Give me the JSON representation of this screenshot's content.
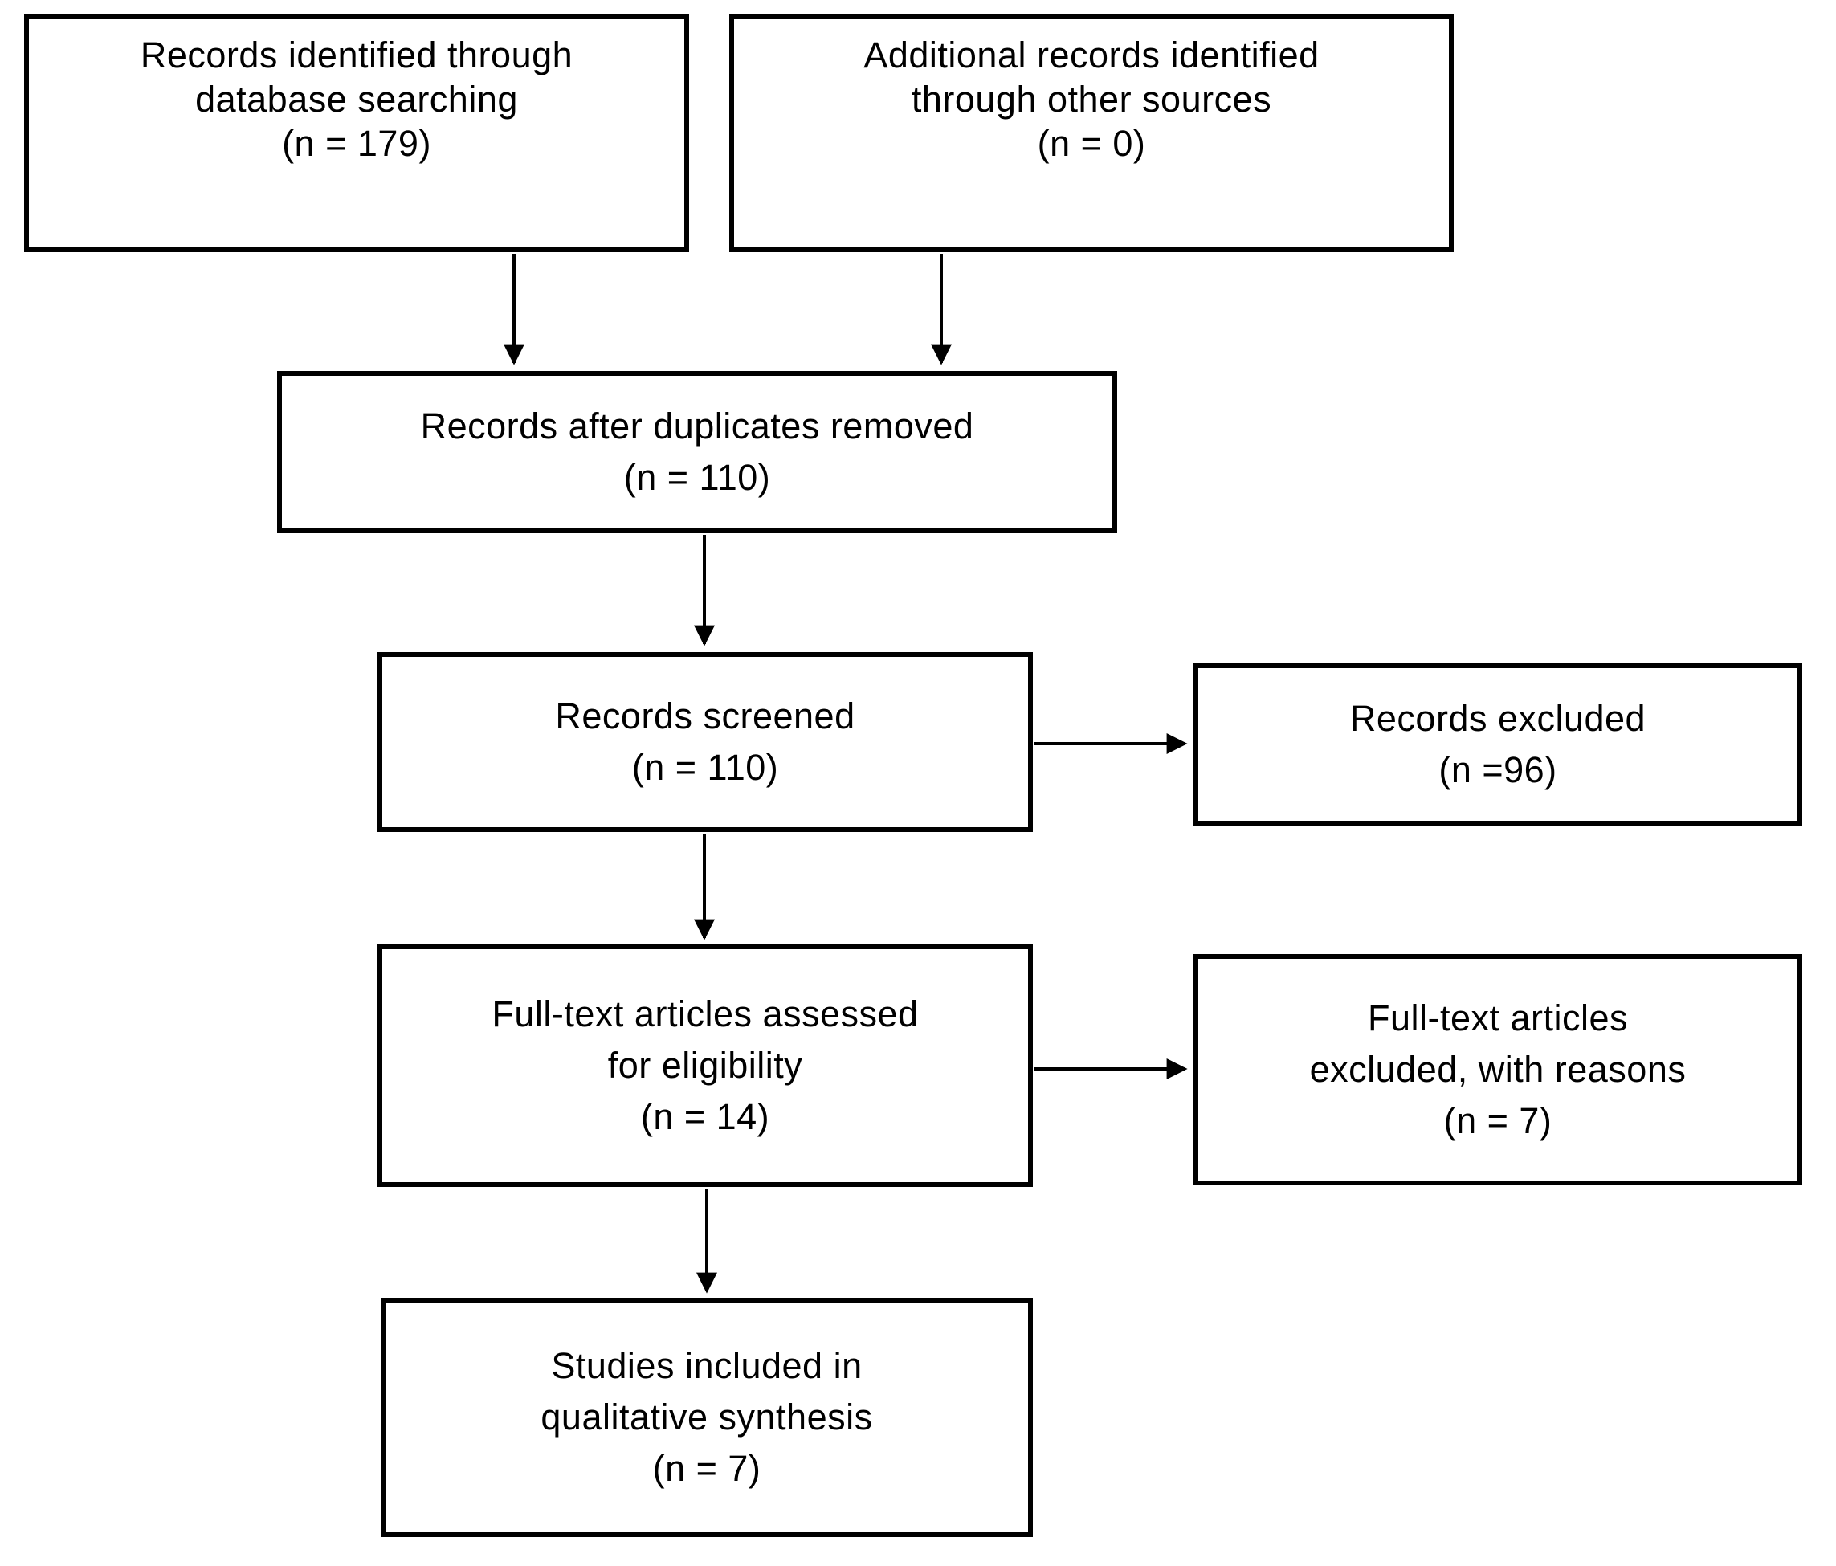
{
  "diagram": {
    "boxes": {
      "identified": {
        "lines": [
          "Records identified through",
          "database searching",
          "(n = 179)"
        ]
      },
      "additional": {
        "lines": [
          "Additional records identified",
          "through other sources",
          "(n = 0)"
        ]
      },
      "duplicates_removed": {
        "lines": [
          "Records after duplicates removed",
          "(n = 110)"
        ]
      },
      "screened": {
        "lines": [
          "Records screened",
          "(n = 110)"
        ]
      },
      "records_excluded": {
        "lines": [
          "Records excluded",
          "(n =96)"
        ]
      },
      "fulltext_assessed": {
        "lines": [
          "Full-text articles assessed",
          "for eligibility",
          "(n = 14)"
        ]
      },
      "fulltext_excluded": {
        "lines": [
          "Full-text articles",
          "excluded, with reasons",
          "(n = 7)"
        ]
      },
      "included_qualitative": {
        "lines": [
          "Studies included in",
          "qualitative synthesis",
          "(n = 7)"
        ]
      }
    },
    "colors": {
      "box_border": "#000000",
      "box_background": "#ffffff",
      "text": "#000000",
      "arrow": "#000000"
    }
  }
}
